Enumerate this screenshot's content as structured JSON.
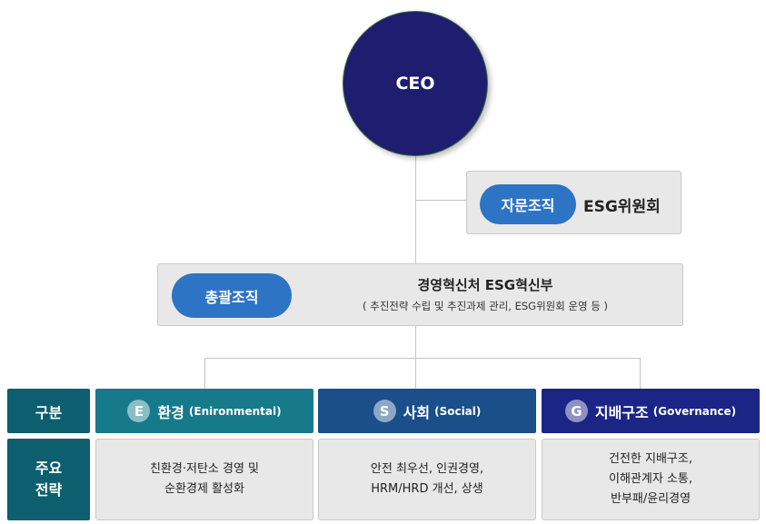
{
  "ceo": {
    "label": "CEO"
  },
  "advisory": {
    "badge": "자문조직",
    "name": "ESG위원회"
  },
  "general": {
    "badge": "총괄조직",
    "title": "경영혁신처 ESG혁신부",
    "subtitle": "( 추진전략 수립 및 추진과제 관리, ESG위원회 운영 등 )"
  },
  "table": {
    "row_labels": [
      "구분",
      "주요\n전략"
    ],
    "columns": [
      {
        "letter": "E",
        "title": "환경",
        "sub": "(Enironmental)",
        "color": "#177a8a",
        "strategy": [
          "친환경·저탄소 경영 및",
          "순환경제 활성화"
        ]
      },
      {
        "letter": "S",
        "title": "사회",
        "sub": "(Social)",
        "color": "#1a4f8a",
        "strategy": [
          "안전 최우선, 인권경영,",
          "HRM/HRD 개선, 상생"
        ]
      },
      {
        "letter": "G",
        "title": "지배구조",
        "sub": "(Governance)",
        "color": "#1b2585",
        "strategy": [
          "건전한 지배구조,",
          "이해관계자 소통,",
          "반부패/윤리경영"
        ]
      }
    ]
  }
}
